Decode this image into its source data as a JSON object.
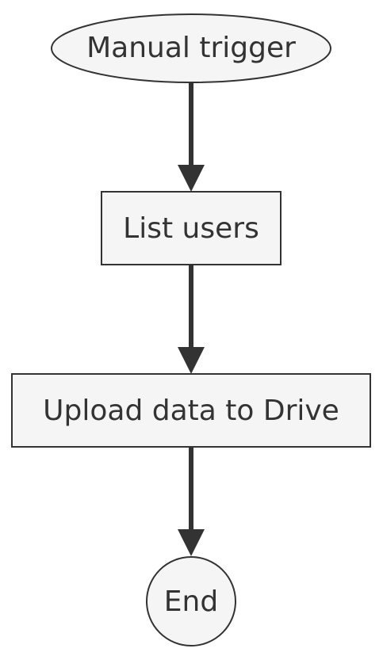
{
  "diagram": {
    "type": "flowchart",
    "nodes": [
      {
        "id": "manual-trigger",
        "shape": "ellipse",
        "label": "Manual trigger"
      },
      {
        "id": "list-users",
        "shape": "rect",
        "label": "List users"
      },
      {
        "id": "upload-data",
        "shape": "rect",
        "label": "Upload data to Drive"
      },
      {
        "id": "end",
        "shape": "circle",
        "label": "End"
      }
    ],
    "edges": [
      {
        "from": "manual-trigger",
        "to": "list-users"
      },
      {
        "from": "list-users",
        "to": "upload-data"
      },
      {
        "from": "upload-data",
        "to": "end"
      }
    ],
    "colors": {
      "node_fill": "#f5f5f5",
      "node_stroke": "#333333",
      "edge": "#333333",
      "text": "#333333"
    }
  }
}
